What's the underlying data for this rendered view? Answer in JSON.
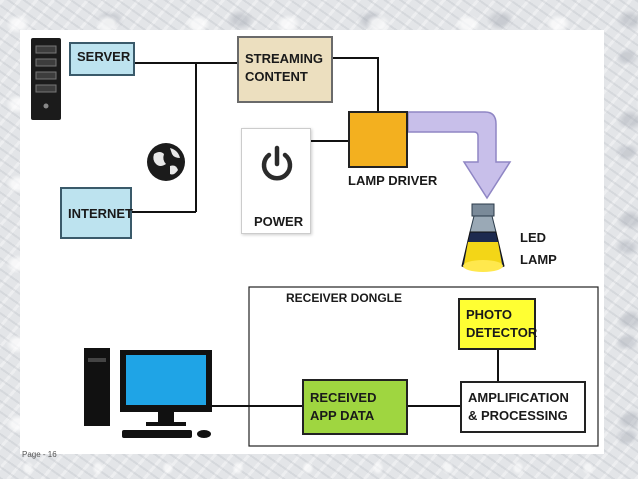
{
  "labels": {
    "server": "SERVER",
    "streaming": "STREAMING CONTENT",
    "lamp_driver": "LAMP DRIVER",
    "internet": "INTERNET",
    "power": "POWER",
    "led_lamp": "LED LAMP",
    "receiver_dongle": "RECEIVER DONGLE",
    "photo_detector": "PHOTO DETECTOR",
    "received_app_data": "RECEIVED APP DATA",
    "amplification": "AMPLIFICATION & PROCESSING",
    "page_footer": "Page - 16"
  },
  "colors": {
    "server_box": "#bde3ef",
    "streaming_box": "#ecdfbf",
    "lamp_driver_box": "#f3b01f",
    "photo_detector_box": "#ffff33",
    "received_data_box": "#9fd640",
    "light_arrow": "#c8bfea",
    "monitor_screen": "#1fa4e6"
  },
  "icons": [
    "server-tower-icon",
    "globe-icon",
    "power-icon",
    "led-lamp-icon",
    "desktop-computer-icon"
  ]
}
